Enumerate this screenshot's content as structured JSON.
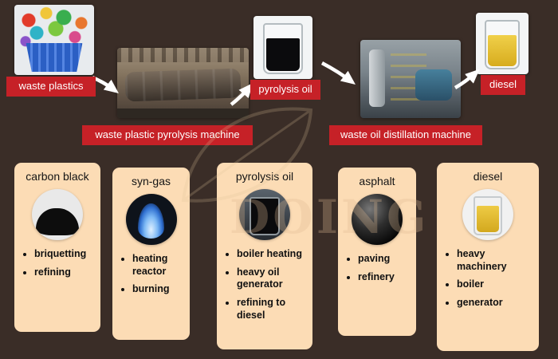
{
  "flow": {
    "stages": [
      {
        "label": "waste plastics",
        "image": "waste-plastics-photo"
      },
      {
        "label": "waste plastic pyrolysis machine",
        "image": "pyrolysis-machine-photo"
      },
      {
        "label": "pyrolysis oil",
        "image": "pyrolysis-oil-beaker-photo"
      },
      {
        "label": "waste oil distillation machine",
        "image": "distillation-machine-photo"
      },
      {
        "label": "diesel",
        "image": "diesel-beaker-photo"
      }
    ]
  },
  "cards": [
    {
      "title": "carbon black",
      "image": "carbon-black-powder-photo",
      "bullets": [
        "briquetting",
        "refining"
      ]
    },
    {
      "title": "syn-gas",
      "image": "blue-flame-photo",
      "bullets": [
        "heating reactor",
        "burning"
      ]
    },
    {
      "title": "pyrolysis oil",
      "image": "dark-oil-beaker-photo",
      "bullets": [
        "boiler heating",
        "heavy oil generator",
        "refining to diesel"
      ]
    },
    {
      "title": "asphalt",
      "image": "asphalt-photo",
      "bullets": [
        "paving",
        "refinery"
      ]
    },
    {
      "title": "diesel",
      "image": "yellow-diesel-beaker-photo",
      "bullets": [
        "heavy machinery",
        "boiler",
        "generator"
      ]
    }
  ],
  "watermark": {
    "text": "DOING"
  },
  "colors": {
    "background": "#3a2d27",
    "label_red": "#c62127",
    "label_text": "#ffffff",
    "card_bg": "#fcdcb5",
    "arrow": "#ffffff",
    "diesel_yellow": "#e9c33b",
    "flame_blue": "#3f8fe8"
  }
}
